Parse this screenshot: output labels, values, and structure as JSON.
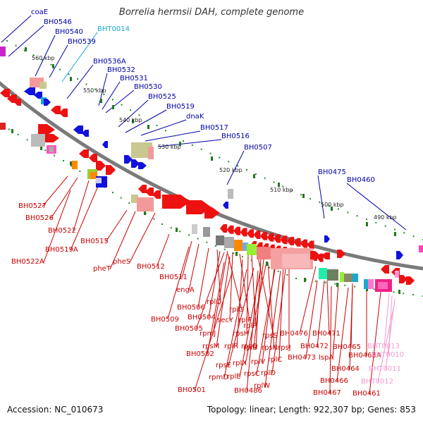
{
  "title": "Borrelia hermsii DAH, complete genome",
  "footer": {
    "accession": "Accession: NC_010673",
    "stats": "Topology: linear; Length: 922,307 bp; Genes: 853"
  },
  "colors": {
    "top_strand_label": "#0000aa",
    "bottom_strand_label": "#cc0000",
    "rna_top_label": "#1aa9d6",
    "rna_bottom_label": "#f29ad0",
    "backbone": "#7a7a7a",
    "ruler_dots": "#2a8a2a"
  },
  "ruler_ticks": [
    "560 kbp",
    "550 kbp",
    "540 kbp",
    "530 kbp",
    "520 kbp",
    "510 kbp",
    "500 kbp",
    "490 kbp"
  ],
  "top_labels": [
    "coaE",
    "BH0546",
    "BH0540",
    "BHT0014",
    "BH0539",
    "BH0536A",
    "BH0532",
    "BH0531",
    "BH0530",
    "BH0525",
    "BH0519",
    "dnaK",
    "BH0517",
    "BH0516",
    "BH0507",
    "BH0475",
    "BH0460"
  ],
  "bottom_labels": [
    "BH0527",
    "BH0526",
    "BH0522",
    "BH0519A",
    "BH0522A",
    "BH0515",
    "pheT",
    "pheS",
    "BH0512",
    "BH0511",
    "engA",
    "BH0509",
    "BH0506",
    "rplQ",
    "BH0504",
    "rplO",
    "secY",
    "BH0505",
    "rplF",
    "rpmJ",
    "rpsH",
    "rplP",
    "BH0476",
    "rpsS",
    "rplB",
    "BH0471",
    "rpsM",
    "rplR",
    "rpsQ",
    "rpsN",
    "rpsJ",
    "BH0472",
    "BH0465",
    "BHT0013",
    "BH0502",
    "rplX",
    "rplV",
    "rplC",
    "BH0473",
    "lspA",
    "BH0463A",
    "BHT0010",
    "rpsE",
    "rplE",
    "rpsC",
    "rplD",
    "BH0464",
    "BHT0011",
    "rpmD",
    "BH0486",
    "rplW",
    "BH0466",
    "BHT0012",
    "BH0501",
    "BH0467",
    "BH0461"
  ]
}
